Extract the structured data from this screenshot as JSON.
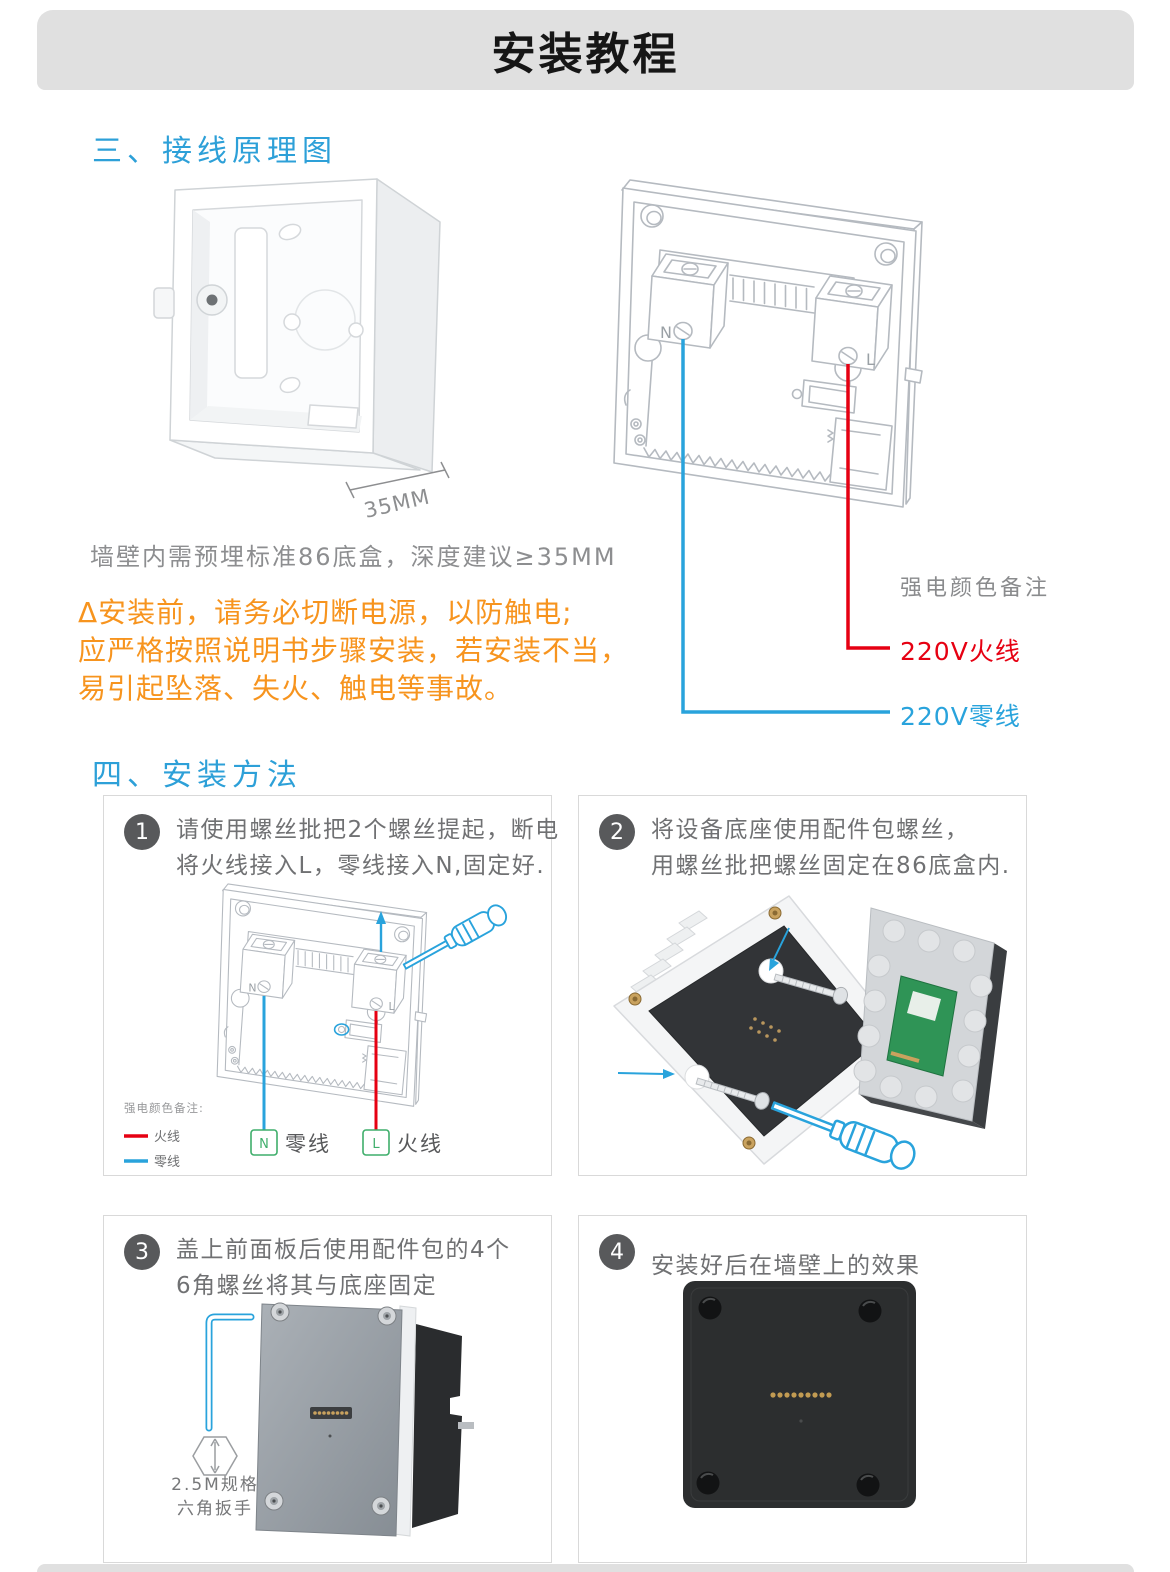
{
  "page": {
    "title": "安装教程"
  },
  "wiring_section": {
    "heading": "三、接线原理图",
    "depth_label": "35MM",
    "caption": "墙壁内需预埋标准86底盒，深度建议≥35MM",
    "warning_line1": "Δ安装前，请务必切断电源，以防触电;",
    "warning_line2": "应严格按照说明书步骤安装，若安装不当，",
    "warning_line3": "易引起坠落、失火、触电等事故。",
    "terminal_n": "N",
    "terminal_l": "L",
    "note_title": "强电颜色备注",
    "live_label": "220V火线",
    "neutral_label": "220V零线"
  },
  "install_section": {
    "heading": "四、安装方法",
    "steps": [
      {
        "num": "1",
        "line1": "请使用螺丝批把2个螺丝提起，断电",
        "line2": "将火线接入L，零线接入N,固定好."
      },
      {
        "num": "2",
        "line1": "将设备底座使用配件包螺丝，",
        "line2": "用螺丝批把螺丝固定在86底盒内."
      },
      {
        "num": "3",
        "line1": "盖上前面板后使用配件包的4个",
        "line2": "6角螺丝将其与底座固定"
      },
      {
        "num": "4",
        "line1": "安装好后在墙壁上的效果",
        "line2": ""
      }
    ],
    "step1_legend": {
      "title": "强电颜色备注:",
      "live": "火线",
      "neutral": "零线"
    },
    "step1_chips": {
      "n": "N",
      "n_label": "零线",
      "l": "L",
      "l_label": "火线"
    },
    "step3_tool": {
      "spec": "2.5M规格",
      "name": "六角扳手"
    }
  },
  "colors": {
    "heading_blue": "#2da0d8",
    "warning_orange": "#f7941e",
    "live_red": "#e60012",
    "neutral_blue": "#29a3dc",
    "chip_green": "#3fae6b"
  }
}
